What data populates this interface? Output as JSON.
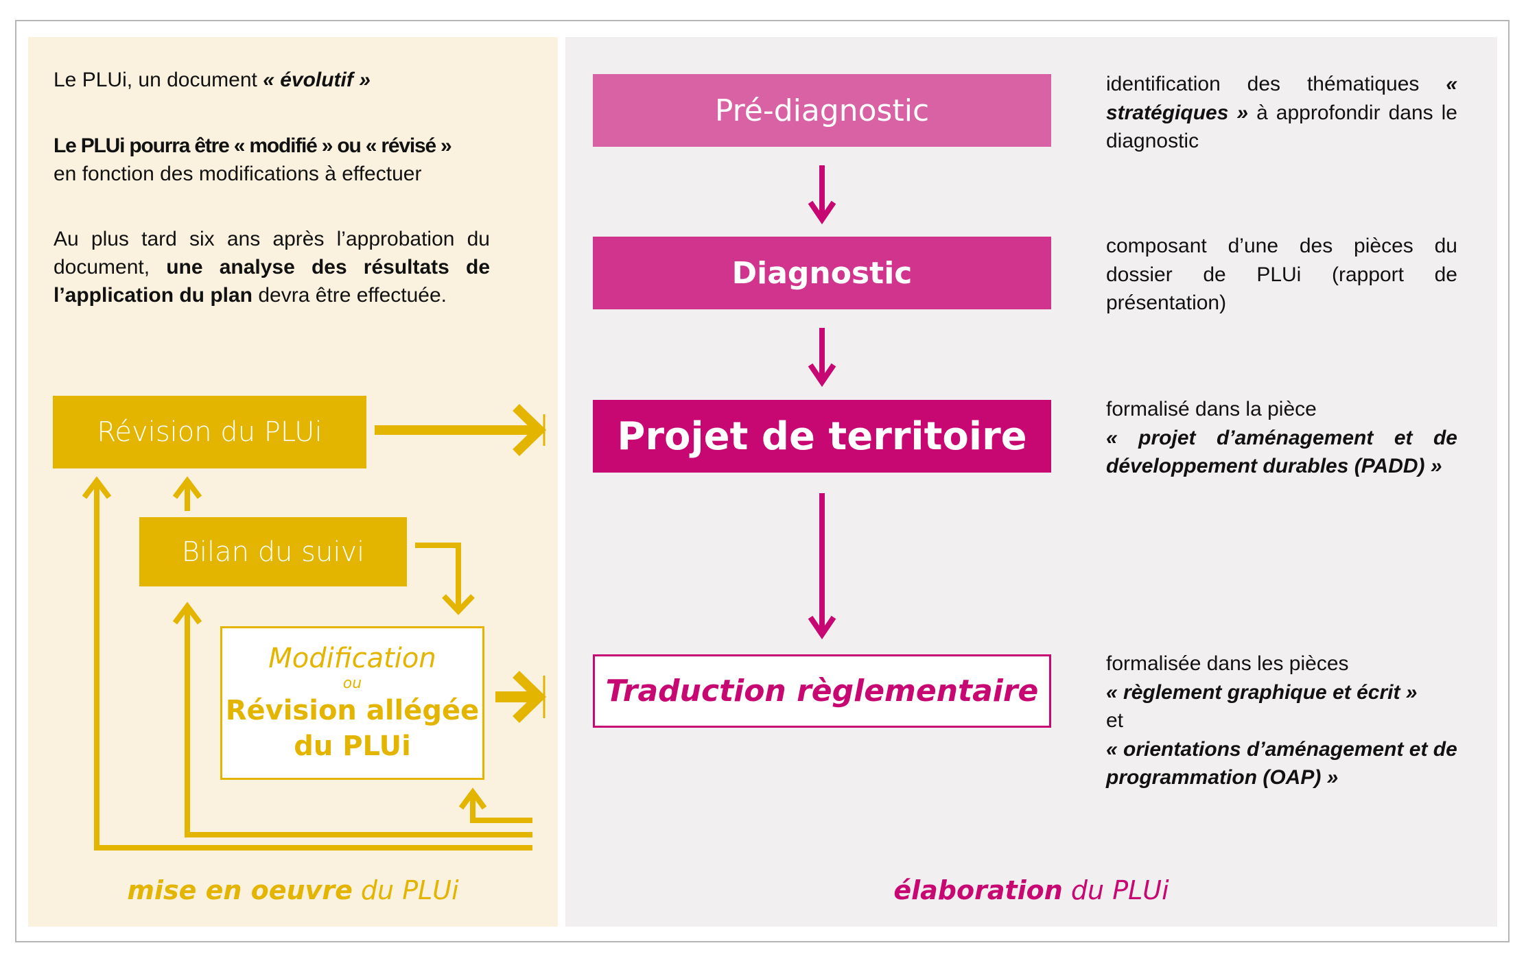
{
  "colors": {
    "gold": "#e3b400",
    "pink_light": "#d862a4",
    "pink_medium": "#d0348c",
    "pink_dark": "#c70872",
    "panel_left_bg": "#faf1de",
    "panel_right_bg": "#f2eff0"
  },
  "left": {
    "intro": {
      "prefix": "Le PLUi, un document ",
      "emphasis": "« évolutif »"
    },
    "para2": {
      "bold": "Le PLUi pourra être « modifié » ou « révisé »",
      "rest": "en fonction des modifications à effectuer"
    },
    "para3": {
      "prefix": "Au plus tard six ans après l’approbation du document, ",
      "bold": "une analyse des résultats de l’application du plan",
      "suffix": " devra être effectuée."
    },
    "boxes": {
      "revision": "Révision du PLUi",
      "bilan": "Bilan du suivi",
      "modification": "Modification",
      "ou": "ou",
      "revision_allegee_line1": "Révision allégée",
      "revision_allegee_line2": "du PLUi"
    },
    "footer": {
      "strong": "mise en oeuvre",
      "light": " du PLUi"
    }
  },
  "right": {
    "steps": [
      {
        "label": "Pré-diagnostic"
      },
      {
        "label": "Diagnostic"
      },
      {
        "label": "Projet de territoire"
      },
      {
        "label": "Traduction règlementaire"
      }
    ],
    "descriptions": {
      "d1": {
        "line1": "identification des thématiques ",
        "bi": "« stratégiques »",
        "rest": " à approfondir dans le diagnostic"
      },
      "d2": {
        "text": "composant d’une des pièces du dossier de PLUi (rapport de présentation)"
      },
      "d3": {
        "plain": "formalisé dans la pièce ",
        "bi": "« projet d’aménagement et de développement durables (PADD) »"
      },
      "d4": {
        "plain": "formalisée dans les pièces",
        "bi1": "« règlement graphique et écrit »",
        "et": "et",
        "bi2": "« orientations d’aménagement et de programmation (OAP) »"
      }
    },
    "footer": {
      "strong": "élaboration",
      "light": " du PLUi"
    }
  }
}
